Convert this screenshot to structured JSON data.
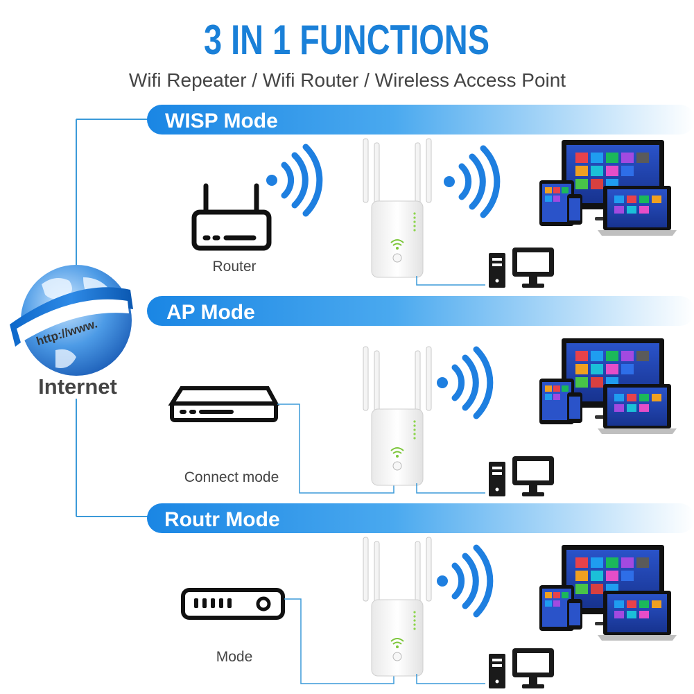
{
  "header": {
    "title": "3 IN 1 FUNCTIONS",
    "subtitle": "Wifi Repeater / Wifi Router / Wireless Access Point"
  },
  "internet": {
    "url_text": "http://www.",
    "label": "Internet"
  },
  "modes": [
    {
      "title": "WISP Mode",
      "source_label": "Router"
    },
    {
      "title": "AP Mode",
      "source_label": "Connect mode"
    },
    {
      "title": "Routr Mode",
      "source_label": "Mode"
    }
  ],
  "colors": {
    "title_blue": "#1a80d8",
    "banner_blue": "#1588e6",
    "line_blue": "#3b9ad9",
    "wifi_blue": "#1e7fe0",
    "text_gray": "#444444"
  }
}
